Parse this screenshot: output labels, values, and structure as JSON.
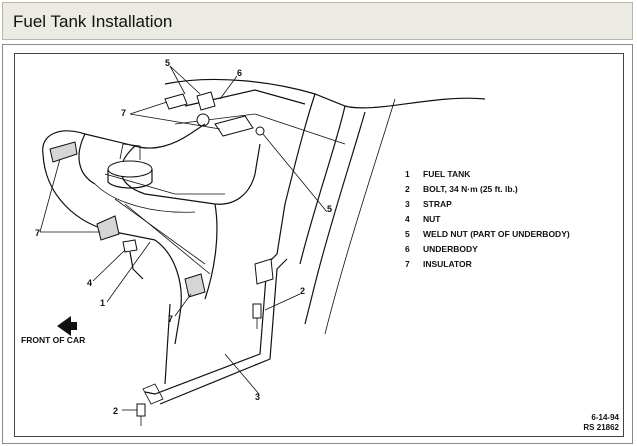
{
  "header": {
    "title": "Fuel Tank Installation"
  },
  "diagram": {
    "callouts": [
      {
        "id": "c5a",
        "text": "5"
      },
      {
        "id": "c6",
        "text": "6"
      },
      {
        "id": "c7a",
        "text": "7"
      },
      {
        "id": "c5b",
        "text": "5"
      },
      {
        "id": "c7b",
        "text": "7"
      },
      {
        "id": "c4",
        "text": "4"
      },
      {
        "id": "c1",
        "text": "1"
      },
      {
        "id": "c7c",
        "text": "7"
      },
      {
        "id": "c2a",
        "text": "2"
      },
      {
        "id": "c3",
        "text": "3"
      },
      {
        "id": "c2b",
        "text": "2"
      }
    ],
    "front_label": "FRONT OF CAR",
    "legend": [
      {
        "num": "1",
        "text": "FUEL TANK"
      },
      {
        "num": "2",
        "text": "BOLT, 34 N·m (25 ft. lb.)"
      },
      {
        "num": "3",
        "text": "STRAP"
      },
      {
        "num": "4",
        "text": "NUT"
      },
      {
        "num": "5",
        "text": "WELD NUT (PART OF UNDERBODY)"
      },
      {
        "num": "6",
        "text": "UNDERBODY"
      },
      {
        "num": "7",
        "text": "INSULATOR"
      }
    ],
    "stamp_date": "6-14-94",
    "stamp_code": "RS 21862"
  }
}
